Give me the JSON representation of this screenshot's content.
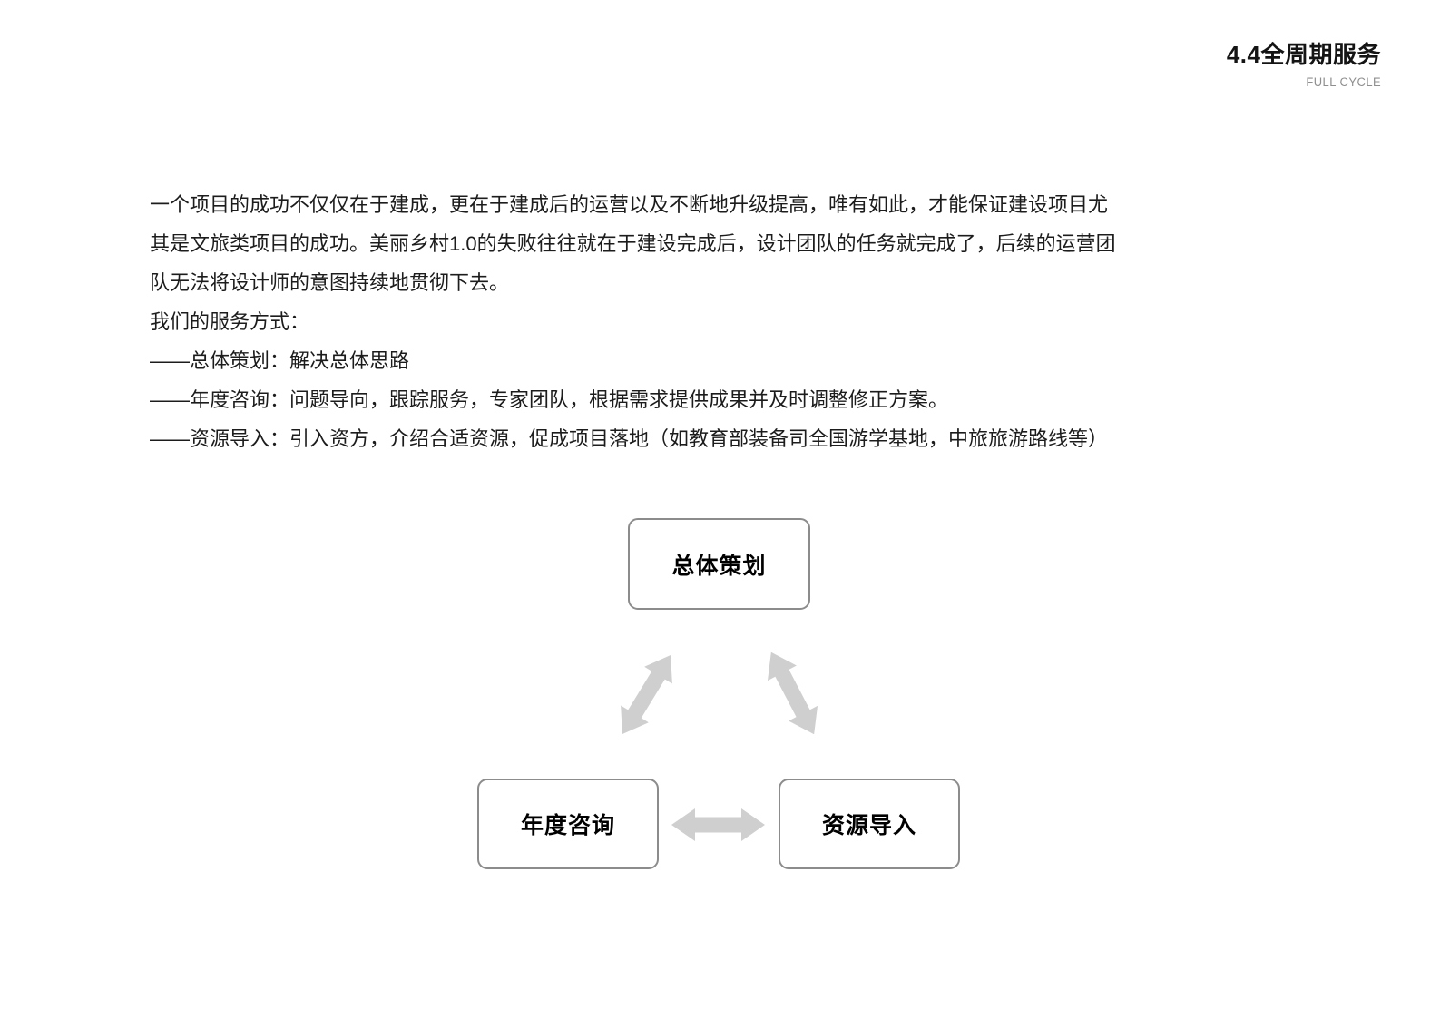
{
  "header": {
    "title": "4.4全周期服务",
    "subtitle": "FULL CYCLE"
  },
  "body": {
    "lines": [
      "一个项目的成功不仅仅在于建成，更在于建成后的运营以及不断地升级提高，唯有如此，才能保证建设项目尤",
      "其是文旅类项目的成功。美丽乡村1.0的失败往往就在于建设完成后，设计团队的任务就完成了，后续的运营团",
      "队无法将设计师的意图持续地贯彻下去。",
      "我们的服务方式：",
      "——总体策划：解决总体思路",
      "——年度咨询：问题导向，跟踪服务，专家团队，根据需求提供成果并及时调整修正方案。",
      "——资源导入：引入资方，介绍合适资源，促成项目落地（如教育部装备司全国游学基地，中旅旅游路线等）"
    ]
  },
  "diagram": {
    "nodes": [
      {
        "label": "总体策划"
      },
      {
        "label": "年度咨询"
      },
      {
        "label": "资源导入"
      }
    ],
    "arrow_color": "#cfcfcf",
    "box_border_color": "#8c8c8c",
    "label_color": "#000000"
  },
  "colors": {
    "title": "#141414",
    "subtitle": "#8f8f8f",
    "body_text": "#1c1c1c",
    "background": "#ffffff"
  }
}
